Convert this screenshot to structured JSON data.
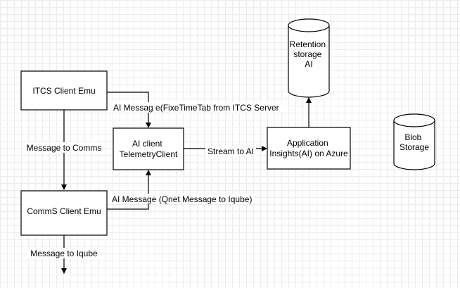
{
  "nodes": {
    "itcs_client": {
      "lines": [
        "ITCS Client Emu"
      ]
    },
    "comms_client": {
      "lines": [
        "CommS Client Emu"
      ]
    },
    "ai_client": {
      "lines": [
        "AI client",
        "TelemetryClient"
      ]
    },
    "app_insights": {
      "lines": [
        "Application",
        "Insights(AI) on Azure"
      ]
    },
    "retention_storage": {
      "lines": [
        "Retention",
        "storage",
        "AI"
      ]
    },
    "blob_storage": {
      "lines": [
        "Blob",
        "Storage"
      ]
    }
  },
  "edges": {
    "itcs_to_ai": "AI Messag e(FixeTimeTab from ITCS Server",
    "itcs_to_comms": "Message to Comms",
    "ai_to_insights": "Stream to AI",
    "comms_to_ai": "AI Message (Qnet Message to Iqube)",
    "comms_out": "Message to Iqube"
  }
}
